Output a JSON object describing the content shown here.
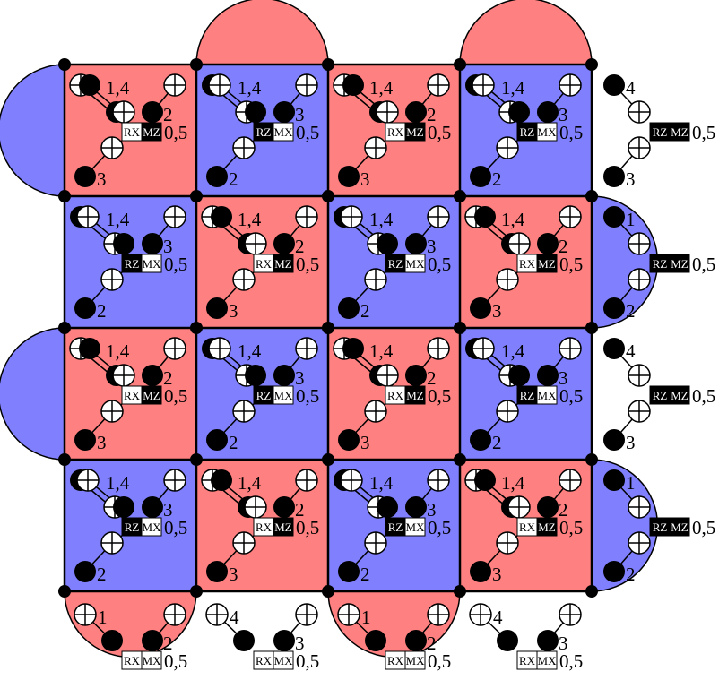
{
  "colors": {
    "red": "#ff8080",
    "blue": "#8080ff",
    "line": "#000000"
  },
  "grid": {
    "cells": [
      [
        "red",
        "blue",
        "red",
        "blue"
      ],
      [
        "blue",
        "red",
        "blue",
        "red"
      ],
      [
        "red",
        "blue",
        "red",
        "blue"
      ],
      [
        "blue",
        "red",
        "blue",
        "red"
      ]
    ]
  },
  "cell_types": {
    "red": {
      "pair_label": "1,4",
      "mid_label": "2",
      "bottom_label": "3",
      "reset": "RX",
      "measure": "MZ",
      "time": "0,5"
    },
    "blue": {
      "pair_label": "1,4",
      "mid_label": "3",
      "bottom_label": "2",
      "reset": "RZ",
      "measure": "MX",
      "time": "0,5"
    }
  },
  "boundary": {
    "top_semicircles": [
      {
        "col": 1,
        "color": "red"
      },
      {
        "col": 3,
        "color": "red"
      }
    ],
    "left_semicircles": [
      {
        "row": 0,
        "color": "blue"
      },
      {
        "row": 2,
        "color": "blue"
      }
    ],
    "right": [
      {
        "row": 0,
        "filled": false,
        "labels": [
          "4",
          "3"
        ],
        "reset": "RZ",
        "measure": "MZ",
        "time": "0,5"
      },
      {
        "row": 1,
        "filled": true,
        "color": "blue",
        "labels": [
          "1",
          "2"
        ],
        "reset": "RZ",
        "measure": "MZ",
        "time": "0,5"
      },
      {
        "row": 2,
        "filled": false,
        "labels": [
          "4",
          "3"
        ],
        "reset": "RZ",
        "measure": "MZ",
        "time": "0,5"
      },
      {
        "row": 3,
        "filled": true,
        "color": "blue",
        "labels": [
          "1",
          "2"
        ],
        "reset": "RZ",
        "measure": "MZ",
        "time": "0,5"
      }
    ],
    "bottom": [
      {
        "col": 0,
        "filled": true,
        "color": "red",
        "labels": [
          "1",
          "2"
        ],
        "reset": "RX",
        "measure": "MX",
        "time": "0,5"
      },
      {
        "col": 1,
        "filled": false,
        "labels": [
          "4",
          "3"
        ],
        "reset": "RX",
        "measure": "MX",
        "time": "0,5"
      },
      {
        "col": 2,
        "filled": true,
        "color": "red",
        "labels": [
          "1",
          "2"
        ],
        "reset": "RX",
        "measure": "MX",
        "time": "0,5"
      },
      {
        "col": 3,
        "filled": false,
        "labels": [
          "4",
          "3"
        ],
        "reset": "RX",
        "measure": "MX",
        "time": "0,5"
      }
    ]
  }
}
